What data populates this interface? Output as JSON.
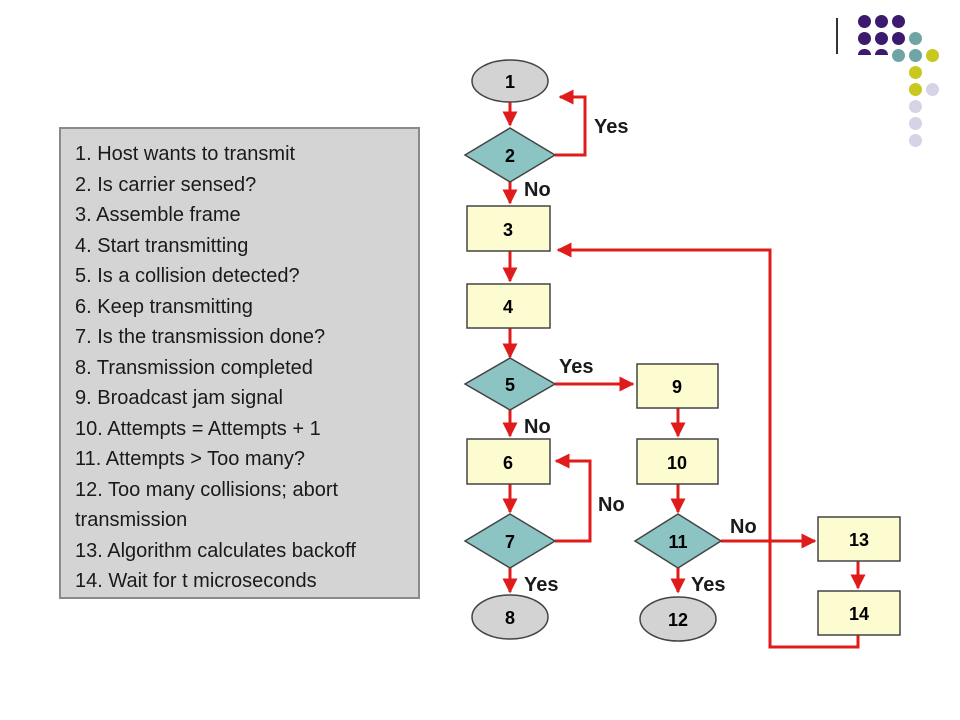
{
  "legend": [
    "1. Host wants to transmit",
    "2. Is carrier sensed?",
    "3. Assemble frame",
    "4. Start transmitting",
    "5. Is a collision detected?",
    "6. Keep transmitting",
    "7. Is the transmission done?",
    "8. Transmission completed",
    "9. Broadcast jam signal",
    "10. Attempts = Attempts + 1",
    "11. Attempts > Too many?",
    "12. Too many collisions; abort transmission",
    "13. Algorithm calculates backoff",
    "14. Wait for t microseconds"
  ],
  "nodes": {
    "n1": "1",
    "n2": "2",
    "n3": "3",
    "n4": "4",
    "n5": "5",
    "n6": "6",
    "n7": "7",
    "n8": "8",
    "n9": "9",
    "n10": "10",
    "n11": "11",
    "n12": "12",
    "n13": "13",
    "n14": "14"
  },
  "edge_labels": {
    "yes_2": "Yes",
    "no_2": "No",
    "yes_5": "Yes",
    "no_5": "No",
    "no_7": "No",
    "yes_7": "Yes",
    "no_11": "No",
    "yes_11": "Yes"
  },
  "colors": {
    "terminal": "#d3d3d3",
    "decision": "#8cc4c4",
    "process": "#fdfbd0",
    "arrow": "#e01b1b",
    "deco_purple": "#3c1a6e",
    "deco_teal": "#6fa5a5",
    "deco_yellow": "#c8c81e",
    "deco_lavender": "#d4d4e6"
  }
}
